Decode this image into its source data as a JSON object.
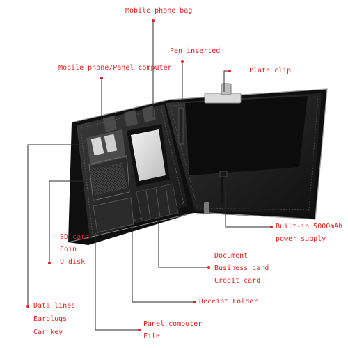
{
  "colors": {
    "label": "#e02020",
    "line": "#2a2a2a",
    "leather_dark": "#1b1b1b",
    "leather_mid": "#2e2e2e",
    "leather_light": "#3c3c3c",
    "stitch": "#6a6a6a"
  },
  "labels": {
    "mobile_phone_bag": "Mobile phone bag",
    "pen_inserted": "Pen inserted",
    "mobile_phone_panel_computer": "Mobile phone/Panel computer",
    "plate_clip": "Plate clip",
    "power_line1": "Built-in 5000mAh",
    "power_line2": "power supply",
    "sd_card": "SD card",
    "coin": "Coin",
    "u_disk": "U disk",
    "document": "Document",
    "business_card": "Business card",
    "credit_card": "Credit card",
    "receipt_folder": "Receipt Folder",
    "data_lines": "Data lines",
    "earplugs": "Earplugs",
    "car_key": "Car key",
    "panel_computer": "Panel computer",
    "file": "File"
  }
}
